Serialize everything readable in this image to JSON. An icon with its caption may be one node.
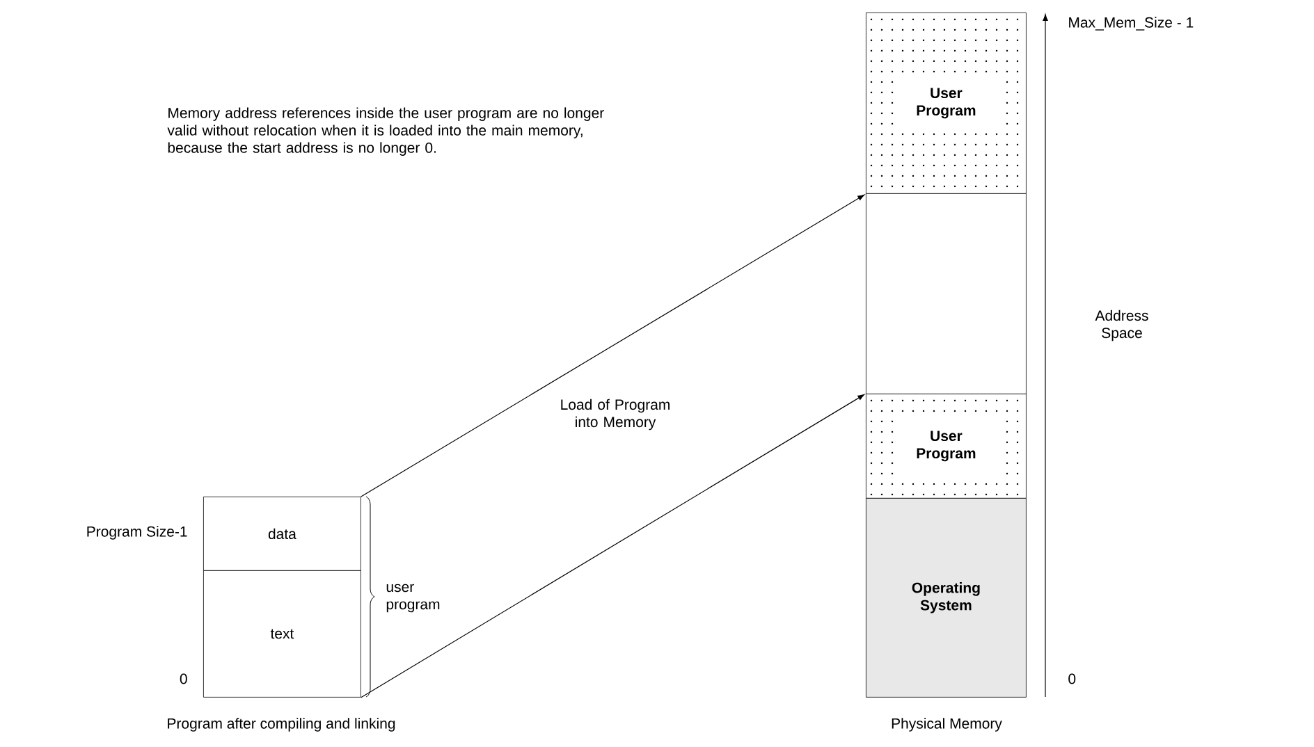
{
  "diagram": {
    "nodes": [
      {
        "text": [
          "data"
        ]
      },
      {
        "text": [
          "text"
        ]
      },
      {
        "text": [
          "User Program"
        ]
      },
      {
        "text": [],
        "shape": "box"
      },
      {
        "text": [
          "User Program"
        ]
      },
      {
        "text": [
          "Operating System"
        ]
      }
    ],
    "edges": [
      {
        "from": 0,
        "to": 2,
        "arrow": "to"
      },
      {
        "from": 1,
        "to": 4,
        "arrow": "to"
      }
    ],
    "labels": [
      "Memory address references inside the user program are no longer valid without relocation when it is loaded into the main memory, because the start address is no longer 0.",
      "Load of Program into Memory",
      "Program Size-1",
      "0",
      "user program",
      "Program after compiling and linking",
      "Max_Mem_Size - 1",
      "Address Space",
      "0",
      "Physical Memory"
    ]
  }
}
